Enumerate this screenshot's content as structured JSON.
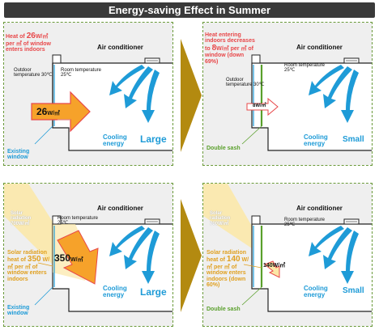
{
  "title": "Energy-saving Effect in Summer",
  "labels": {
    "air_conditioner": "Air conditioner",
    "room_temperature": "Room temperature 25℃",
    "outdoor_temperature": "Outdoor temperature 30℃",
    "cooling_energy": "Cooling energy",
    "existing_window": "Existing window",
    "double_sash": "Double sash",
    "large": "Large",
    "small": "Small",
    "solar_radiation_bg": "Solar radiation 700W/㎡"
  },
  "panel1": {
    "heat_text_a": "Heat of",
    "heat_value": "26",
    "heat_text_b": "W/㎡ per ㎡ of window enters indoors",
    "arrow_value": "26",
    "arrow_unit": "W/㎡"
  },
  "panel2": {
    "heat_text_a": "Heat entering indoors decreases to",
    "heat_value": "8",
    "heat_text_b": "W/㎡ per ㎡ of window (down 69%)",
    "arrow_label": "8W/㎡"
  },
  "panel3": {
    "solar_text_a": "Solar radiation heat of",
    "solar_value": "350",
    "solar_text_b": "W/㎡ per ㎡ of window enters indoors",
    "arrow_value": "350",
    "arrow_unit": "W/㎡"
  },
  "panel4": {
    "solar_text_a": "Solar radiation heat of",
    "solar_value": "140",
    "solar_text_b": "W/㎡ per ㎡ of window enters indoors (down 60%)",
    "arrow_label": "140W/㎡"
  },
  "colors": {
    "heat": "#e8484a",
    "solar": "#e0a020",
    "cooling": "#1e9bd7",
    "double_sash": "#5aa02c",
    "chevron": "#b38a10"
  }
}
